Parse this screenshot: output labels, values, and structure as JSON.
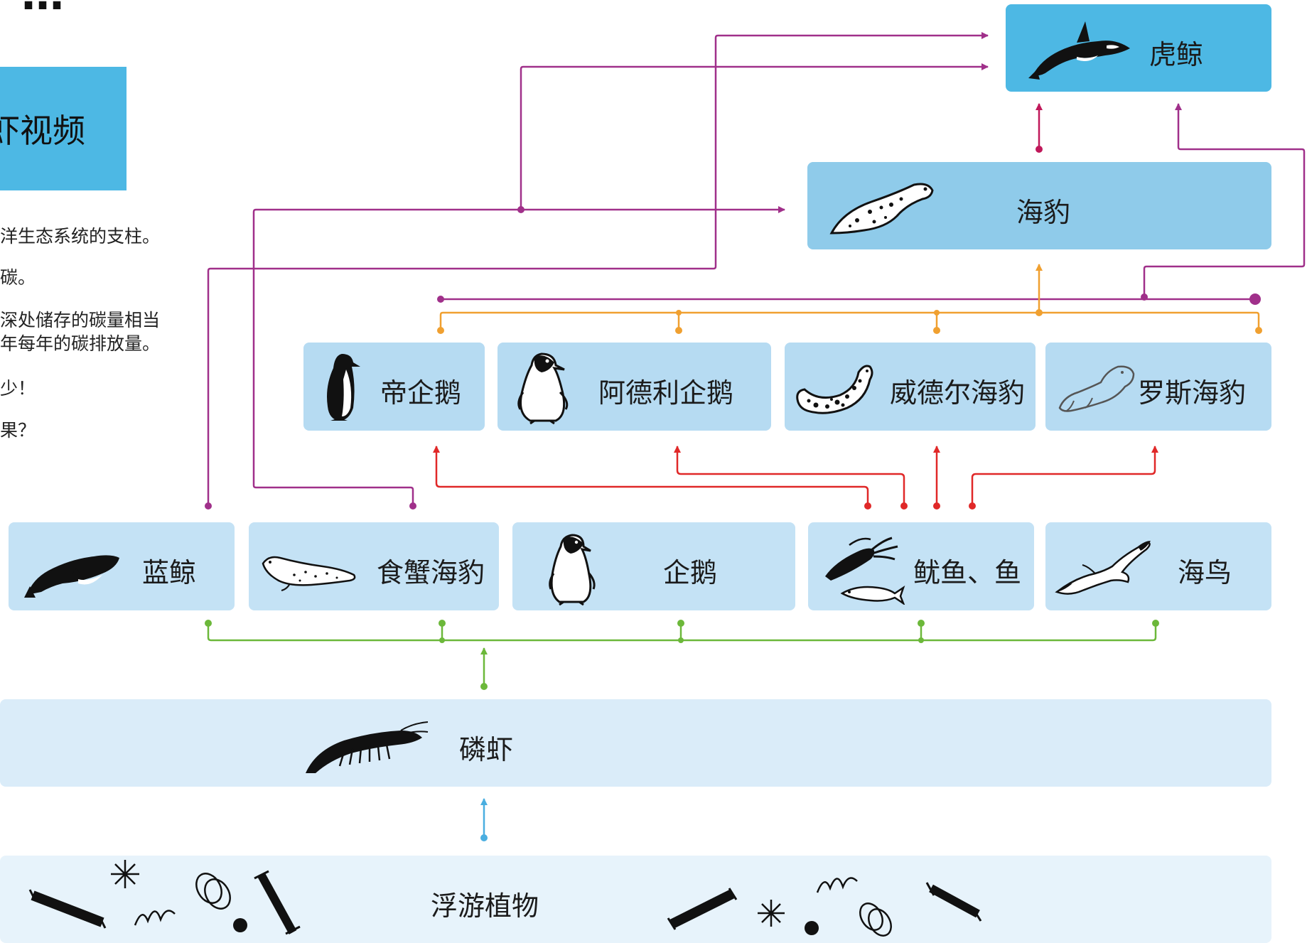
{
  "header": {
    "title_fragment": "…",
    "video_button_label": "虾视频"
  },
  "intro_lines": [
    "洋生态系统的支柱。",
    "碳。",
    "深处储存的碳量相当",
    "年每年的碳排放量。",
    "少！",
    "果？"
  ],
  "nodes": {
    "orca": "虎鲸",
    "leopard_seal": "海豹",
    "emperor_penguin": "帝企鹅",
    "adelie_penguin": "阿德利企鹅",
    "weddell_seal": "威德尔海豹",
    "ross_seal": "罗斯海豹",
    "blue_whale": "蓝鲸",
    "crabeater_seal": "食蟹海豹",
    "penguin": "企鹅",
    "squid_fish": "鱿鱼、鱼",
    "seabird": "海鸟",
    "krill": "磷虾",
    "phytoplankton": "浮游植物"
  },
  "colors": {
    "level1": "#4db8e4",
    "level2": "#8fcbea",
    "level3": "#b6dbf2",
    "level4": "#c4e2f5",
    "level5": "#daecf9",
    "level6": "#e7f3fb",
    "purple": "#a0308a",
    "orange": "#f0a030",
    "red": "#e02828",
    "green": "#6cb83a",
    "blue": "#4aaee0",
    "magenta": "#c0185a"
  },
  "icons": [
    "orca-icon",
    "seal-icon",
    "emperor-penguin-icon",
    "adelie-penguin-icon",
    "weddell-seal-icon",
    "ross-seal-icon",
    "blue-whale-icon",
    "crabeater-seal-icon",
    "penguin-icon",
    "squid-fish-icon",
    "seabird-icon",
    "krill-icon",
    "phytoplankton-icon"
  ]
}
